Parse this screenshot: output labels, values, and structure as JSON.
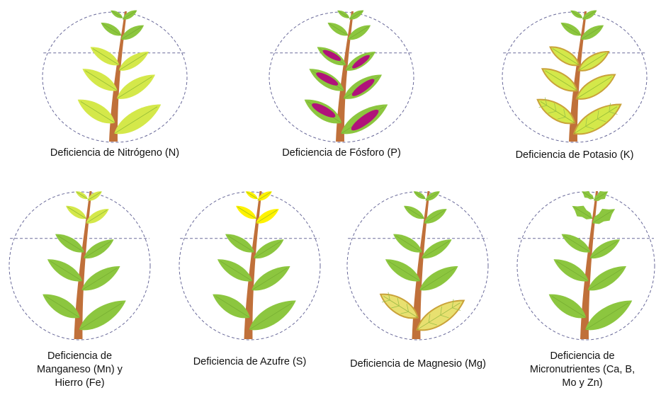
{
  "colors": {
    "stem": "#c0703a",
    "stem_dark": "#a85a2a",
    "leaf_healthy": "#8cc63f",
    "leaf_pale": "#d4e84a",
    "leaf_yellow": "#fff200",
    "leaf_purple_spot": "#b0127a",
    "leaf_margin_brown": "#c9a23a",
    "leaf_vein_yellow": "#e8e070",
    "circle_line": "#6a6a9a"
  },
  "panels": [
    {
      "id": "nitrogen",
      "leaf_style": "pale",
      "caption_lines": [
        "Deficiencia de Nitrógeno (N)"
      ]
    },
    {
      "id": "phosphorus",
      "leaf_style": "purple",
      "caption_lines": [
        "Deficiencia de Fósforo (P)"
      ]
    },
    {
      "id": "potassium",
      "leaf_style": "margin",
      "caption_lines": [
        "Deficiencia de Potasio (K)"
      ]
    },
    {
      "id": "manganese-iron",
      "leaf_style": "top-pale",
      "caption_lines": [
        "Deficiencia de",
        "Manganeso (Mn) y",
        "Hierro (Fe)"
      ]
    },
    {
      "id": "sulfur",
      "leaf_style": "top-yellow",
      "caption_lines": [
        "Deficiencia de Azufre (S)"
      ]
    },
    {
      "id": "magnesium",
      "leaf_style": "interveinal",
      "caption_lines": [
        "Deficiencia de Magnesio (Mg)"
      ]
    },
    {
      "id": "micronutrients",
      "leaf_style": "top-deformed",
      "caption_lines": [
        "Deficiencia de",
        "Micronutrientes (Ca, B,",
        "Mo y Zn)"
      ]
    }
  ]
}
